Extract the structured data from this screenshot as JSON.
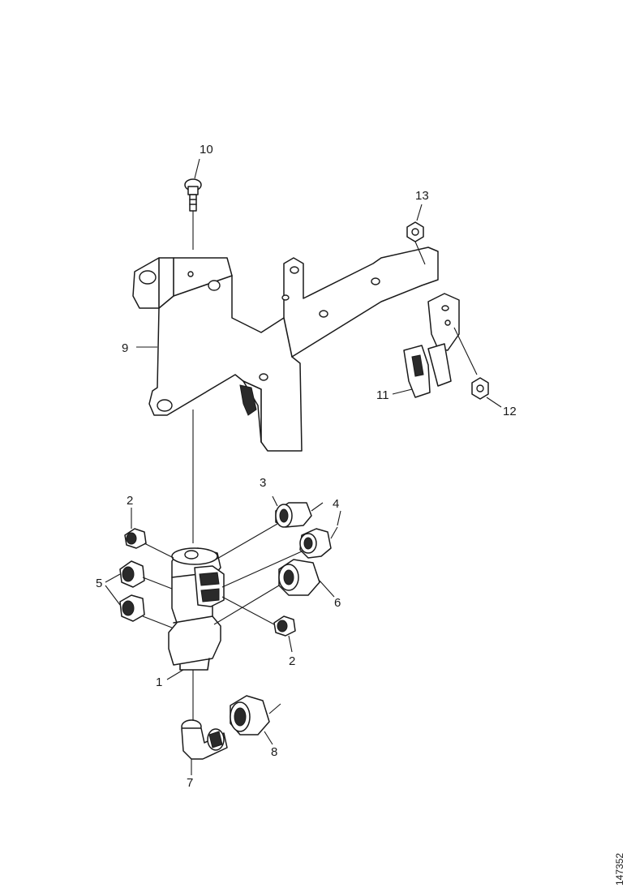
{
  "callouts": [
    {
      "id": "c10",
      "label": "10"
    },
    {
      "id": "c13",
      "label": "13"
    },
    {
      "id": "c9",
      "label": "9"
    },
    {
      "id": "c11",
      "label": "11"
    },
    {
      "id": "c12",
      "label": "12"
    },
    {
      "id": "c3",
      "label": "3"
    },
    {
      "id": "c4",
      "label": "4"
    },
    {
      "id": "c2a",
      "label": "2"
    },
    {
      "id": "c5",
      "label": "5"
    },
    {
      "id": "c6",
      "label": "6"
    },
    {
      "id": "c2b",
      "label": "2"
    },
    {
      "id": "c1",
      "label": "1"
    },
    {
      "id": "c8",
      "label": "8"
    },
    {
      "id": "c7",
      "label": "7"
    }
  ],
  "reference_number": "147352"
}
